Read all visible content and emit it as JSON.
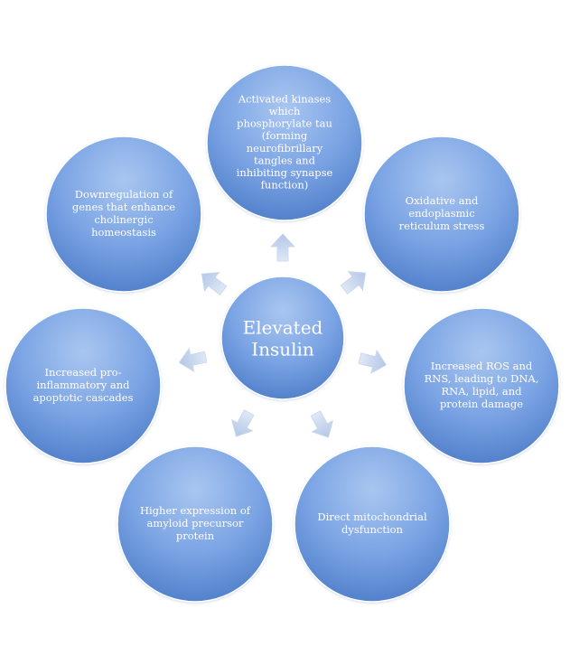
{
  "diagram": {
    "center": {
      "lines": [
        "Elevated",
        "Insulin"
      ]
    },
    "nodes": [
      {
        "id": "tau-kinases",
        "lines": [
          "Activated kinases",
          "which",
          "phosphorylate tau",
          "(forming",
          "neurofibrillary",
          "tangles and",
          "inhibiting synapse",
          "function)"
        ]
      },
      {
        "id": "er-stress",
        "lines": [
          "Oxidative and",
          "endoplasmic",
          "reticulum stress"
        ]
      },
      {
        "id": "ros-rns",
        "lines": [
          "Increased ROS and",
          "RNS, leading to DNA,",
          "RNA, lipid, and",
          "protein damage"
        ]
      },
      {
        "id": "mitochondrial",
        "lines": [
          "Direct mitochondrial",
          "dysfunction"
        ]
      },
      {
        "id": "amyloid",
        "lines": [
          "Higher expression of",
          "amyloid precursor",
          "protein"
        ]
      },
      {
        "id": "inflammatory",
        "lines": [
          "Increased pro-",
          "inflammatory and",
          "apoptotic cascades"
        ]
      },
      {
        "id": "cholinergic",
        "lines": [
          "Downregulation of",
          "genes that enhance",
          "cholinergic",
          "homeostasis"
        ]
      }
    ],
    "colors": {
      "circle_light": "#a9c6f0",
      "circle_mid": "#7ba4e4",
      "circle_dark": "#4f7ec9",
      "arrow_light": "#dfe8f6",
      "arrow_dark": "#b3c7e6",
      "text": "#ffffff"
    }
  }
}
